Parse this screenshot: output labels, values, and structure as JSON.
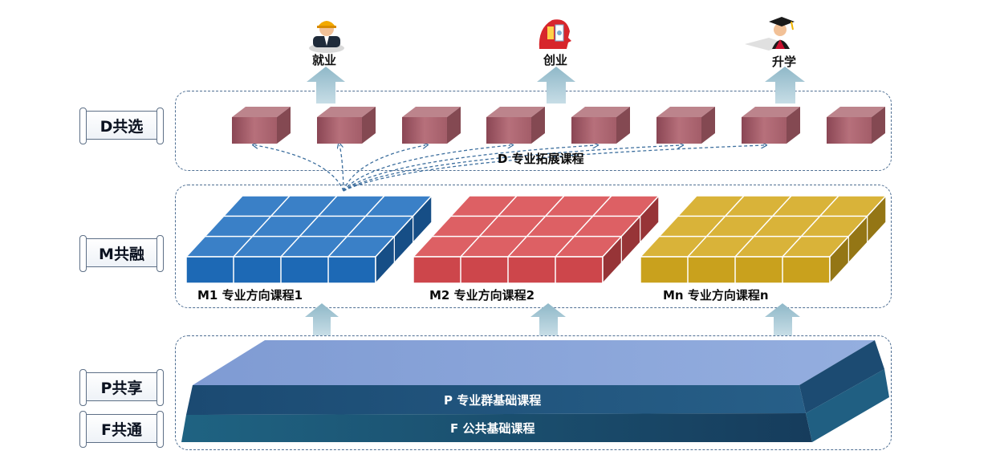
{
  "tiers": {
    "d": "D共选",
    "m": "M共融",
    "p": "P共享",
    "f": "F共通"
  },
  "outcomes": [
    {
      "label": "就业",
      "icon": "worker-icon"
    },
    {
      "label": "创业",
      "icon": "entrepreneur-icon"
    },
    {
      "label": "升学",
      "icon": "graduate-icon"
    }
  ],
  "d_section": {
    "label": "D 专业拓展课程",
    "block_color": "#a55b66"
  },
  "m_section": {
    "modules": [
      {
        "label": "M1 专业方向课程1",
        "color": "#1f6fbf"
      },
      {
        "label": "M2 专业方向课程2",
        "color": "#d84a4f"
      },
      {
        "label": "Mn 专业方向课程n",
        "color": "#d4a91e"
      }
    ]
  },
  "base": {
    "p_label": "P 专业群基础课程",
    "f_label": "F 公共基础课程",
    "p_color": "#1f4e78",
    "f_color": "#1d5a78",
    "top_color": "#8fa8dc"
  },
  "colors": {
    "arrow": "#87b1c1",
    "dashed": "#3d6f9e"
  }
}
